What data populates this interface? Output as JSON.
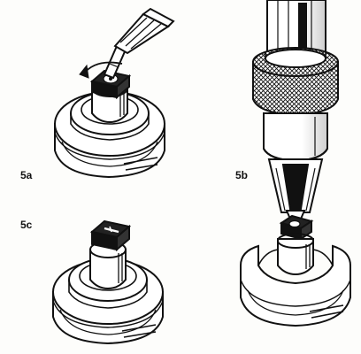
{
  "figure": {
    "labels": {
      "a": "5a",
      "b": "5b",
      "c": "5c"
    },
    "style": {
      "ink": "#111111",
      "paper": "#fdfdfb"
    }
  }
}
